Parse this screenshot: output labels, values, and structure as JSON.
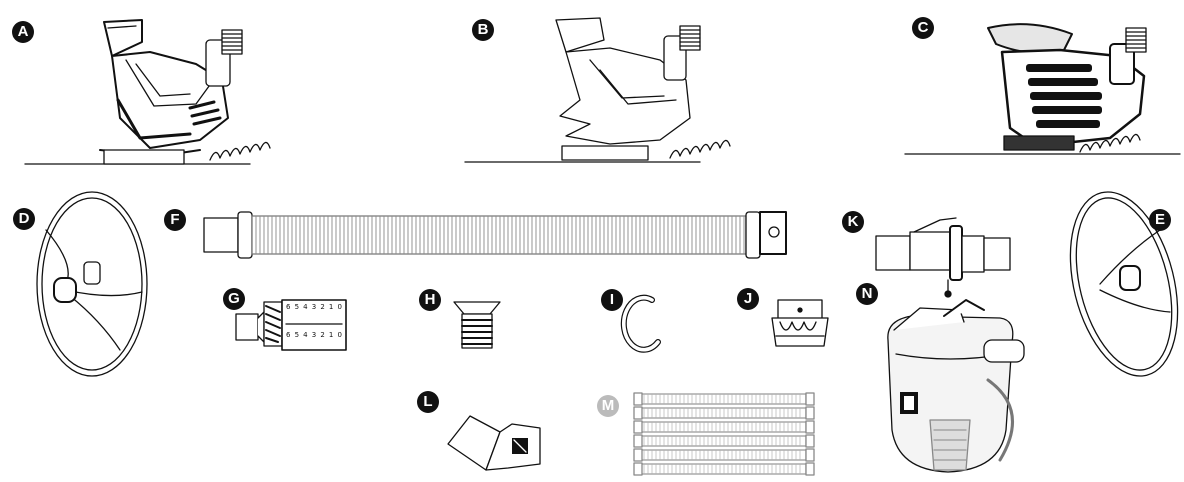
{
  "labels": {
    "A": "A",
    "B": "B",
    "C": "C",
    "D": "D",
    "E": "E",
    "F": "F",
    "G": "G",
    "H": "H",
    "I": "I",
    "J": "J",
    "K": "K",
    "L": "L",
    "M": "M",
    "N": "N"
  },
  "gauge_markings": {
    "top_row": [
      "6",
      "5",
      "4",
      "3",
      "2",
      "1",
      "0"
    ],
    "bottom_row": [
      "6",
      "5",
      "4",
      "3",
      "2",
      "1",
      "0"
    ]
  },
  "colors": {
    "ink": "#111111",
    "badge_fill": "#111111",
    "badge_muted": "#bbbbbb",
    "hose_gray": "#888888",
    "canister_fill": "#f4f4f4"
  }
}
